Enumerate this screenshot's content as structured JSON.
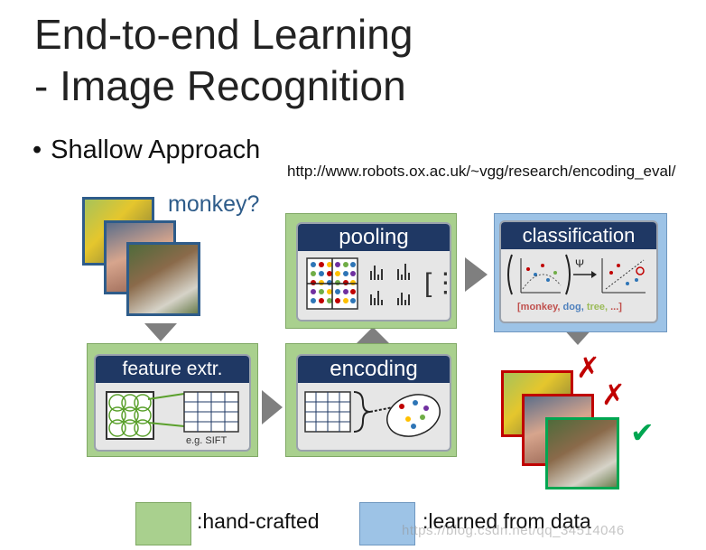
{
  "title_line1": "End-to-end Learning",
  "title_line2": "- Image Recognition",
  "bullet": "Shallow Approach",
  "url": "http://www.robots.ox.ac.uk/~vgg/research/encoding_eval/",
  "query_label": "monkey?",
  "stages": {
    "feature": "feature extr.",
    "feature_note": "e.g. SIFT",
    "encoding": "encoding",
    "pooling": "pooling",
    "classification": "classification",
    "class_labels": [
      "[monkey, ",
      "dog, ",
      "tree, ",
      "...]"
    ]
  },
  "marks": {
    "cross": "✗",
    "check": "✔"
  },
  "legend": {
    "hand_crafted": ":hand-crafted",
    "learned": ":learned from data"
  },
  "watermark": "https://blog.csdn.net/qq_34514046",
  "colors": {
    "hand_crafted": "#a9d08e",
    "learned": "#9dc3e6",
    "card_header": "#1f3864",
    "arrow": "#7f7f7f",
    "cross": "#c00000",
    "check": "#00a651"
  }
}
